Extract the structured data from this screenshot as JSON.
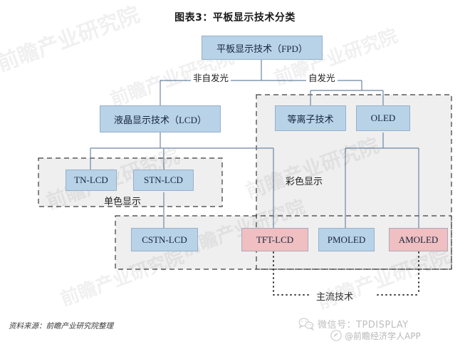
{
  "title": "图表3：平板显示技术分类",
  "diagram": {
    "root": {
      "label": "平板显示技术（FPD）"
    },
    "branch_labels": {
      "left": "非自发光",
      "right": "自发光"
    },
    "level2": [
      {
        "label": "液晶显示技术（LCD）"
      },
      {
        "label": "等离子技术"
      },
      {
        "label": "OLED"
      }
    ],
    "level3": [
      {
        "label": "TN-LCD"
      },
      {
        "label": "STN-LCD"
      }
    ],
    "level4": [
      {
        "label": "CSTN-LCD"
      },
      {
        "label": "TFT-LCD"
      },
      {
        "label": "PMOLED"
      },
      {
        "label": "AMOLED"
      }
    ],
    "group_labels": {
      "mono": "单色显示",
      "color": "彩色显示",
      "mainstream": "主流技术"
    },
    "colors": {
      "blue_fill": "#b8d2e8",
      "pink_fill": "#f0bfc2",
      "line": "#6b86a3",
      "dashed": "#3a3a3a",
      "text": "#16263d"
    }
  },
  "footer": {
    "source": "资料来源：前瞻产业研究院整理",
    "wechat": "微信号：TPDISPLAY",
    "app": "@前瞻经济学人APP"
  },
  "watermarks": {
    "text": "前瞻产业研究院",
    "brand": "前瞻产业研究院"
  }
}
